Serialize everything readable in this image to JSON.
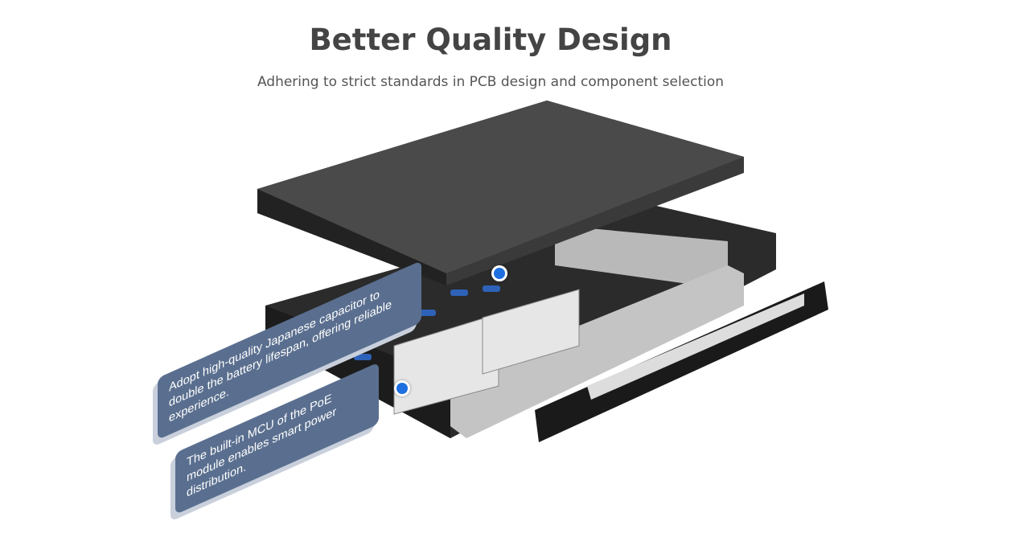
{
  "header": {
    "title": "Better Quality Design",
    "subtitle": "Adhering to strict standards in PCB design and component selection"
  },
  "callouts": [
    {
      "text": "Adopt high-quality Japanese capacitor to double the battery lifespan, offering reliable experience."
    },
    {
      "text": "The built-in MCU of the PoE module enables smart power distribution."
    }
  ],
  "colors": {
    "callout_bg": "#5a6f8f",
    "hotspot": "#1e6fe0",
    "title": "#444444"
  }
}
